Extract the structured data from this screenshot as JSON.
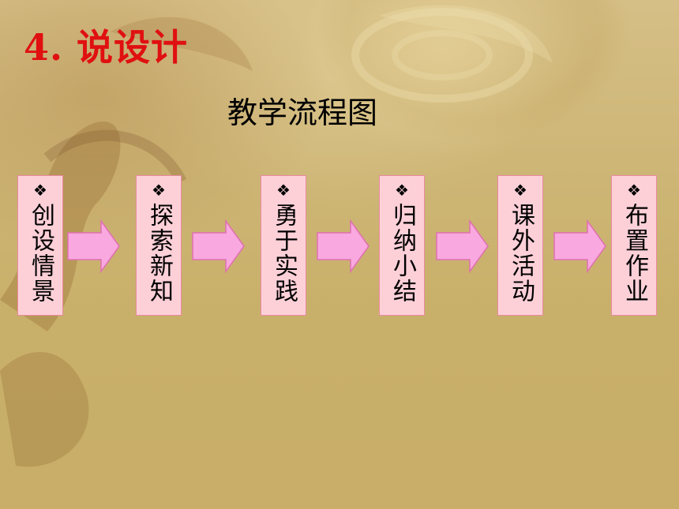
{
  "slide": {
    "title": "4. 说设计",
    "subtitle": "教学流程图"
  },
  "flow": {
    "nodes": [
      {
        "bullet": "❖",
        "label": "创设情景"
      },
      {
        "bullet": "❖",
        "label": "探索新知"
      },
      {
        "bullet": "❖",
        "label": "勇于实践"
      },
      {
        "bullet": "❖",
        "label": "归纳小结"
      },
      {
        "bullet": "❖",
        "label": "课外活动"
      },
      {
        "bullet": "❖",
        "label": "布置作业"
      }
    ],
    "node_fill": "#fdd0d8",
    "node_border": "#e98aa0",
    "arrow_fill": "#f9a8e0",
    "arrow_border": "#e070b0"
  },
  "colors": {
    "title": "#e01010",
    "background": "#c9b06a"
  }
}
